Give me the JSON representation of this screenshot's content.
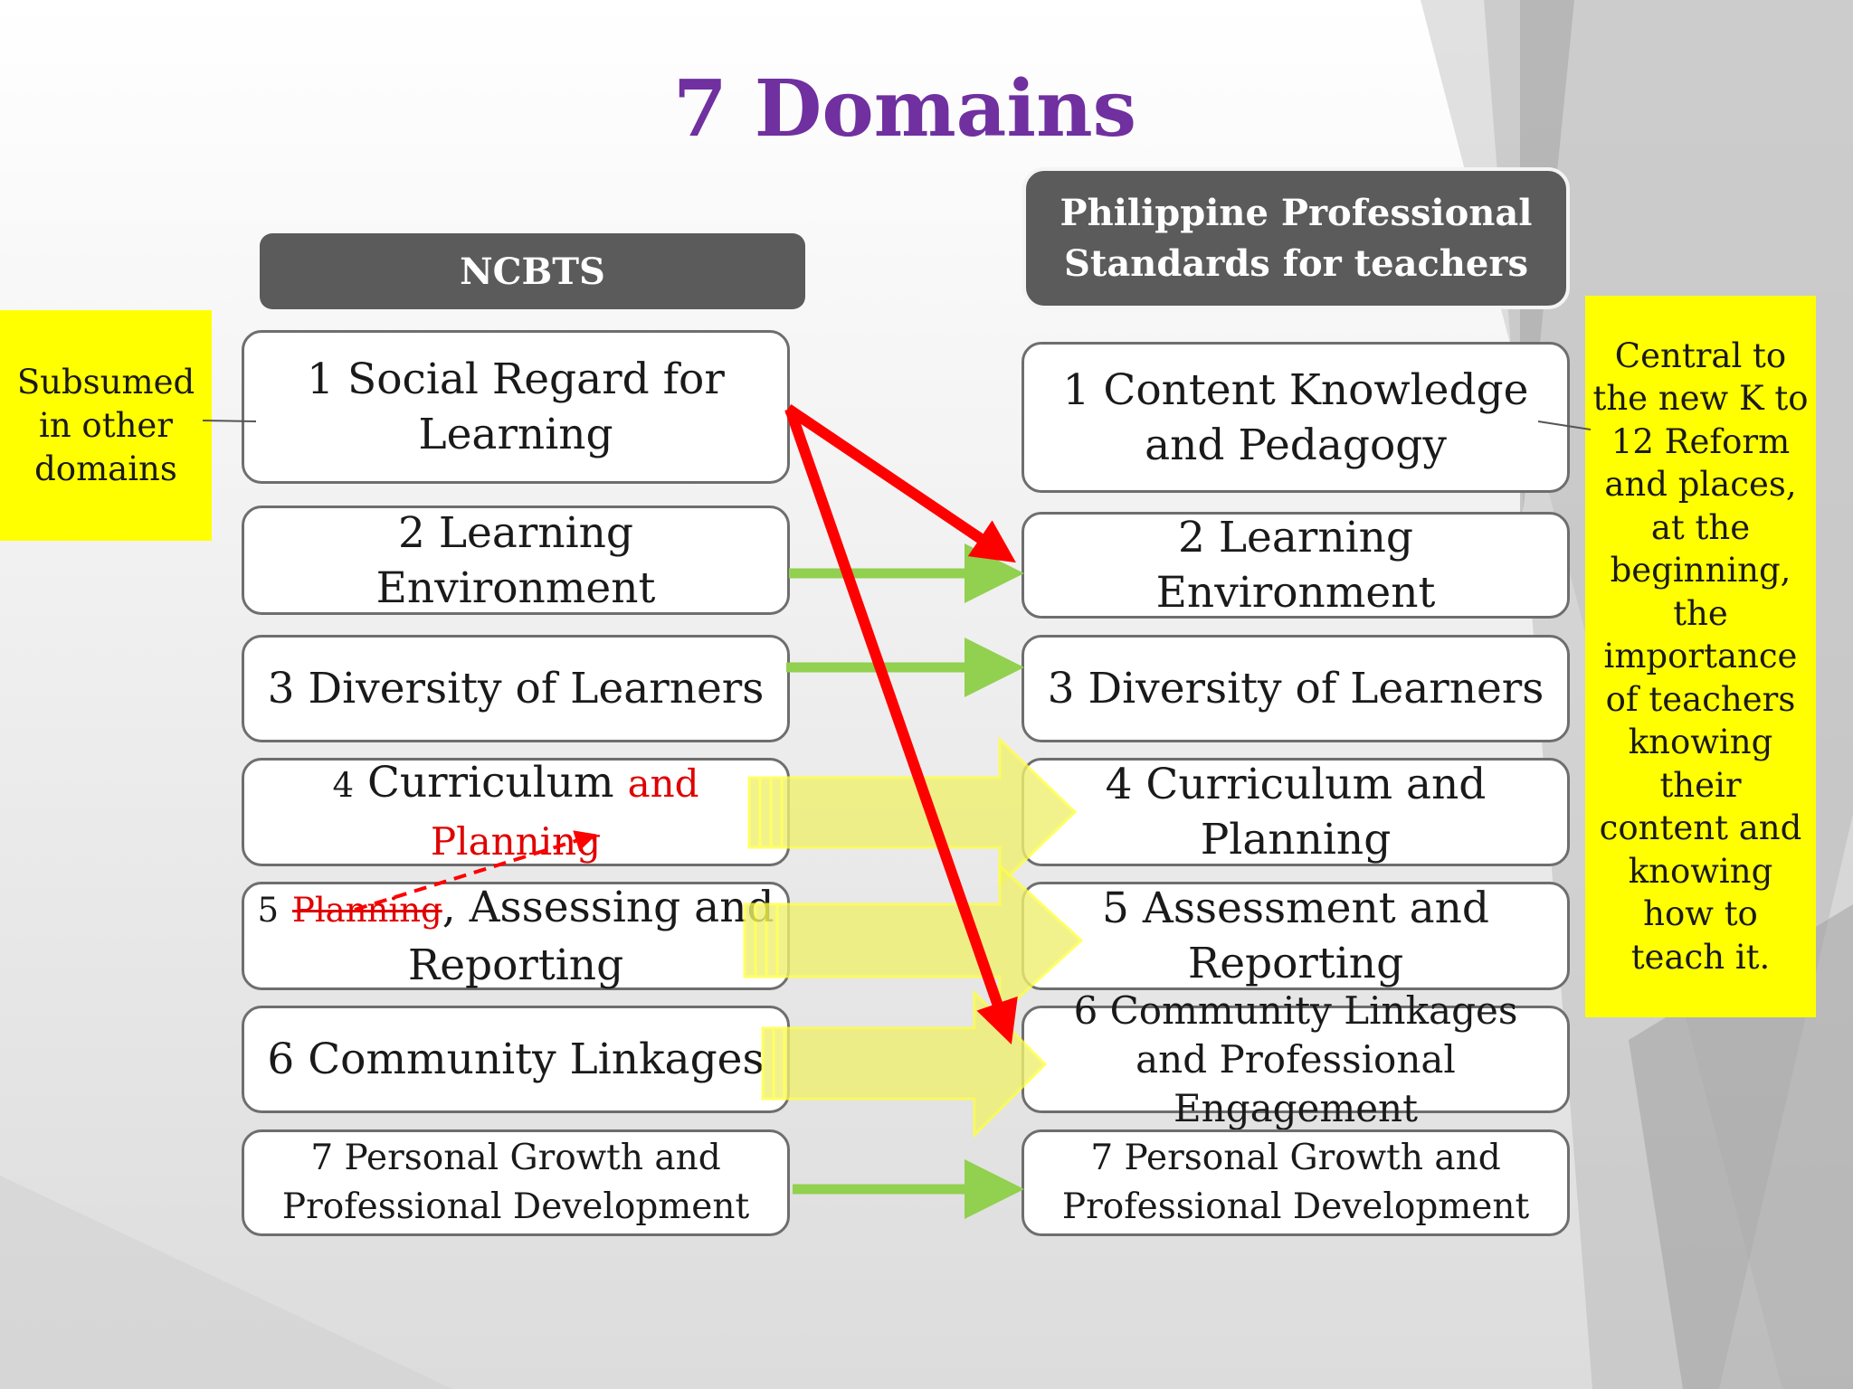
{
  "title": {
    "text": "7  Domains",
    "color": "#7030a0"
  },
  "left_header": "NCBTS",
  "right_header": "Philippine Professional Standards for teachers",
  "left_domains": [
    {
      "label": "1 Social Regard for Learning"
    },
    {
      "label": "2 Learning Environment"
    },
    {
      "label": "3 Diversity of Learners"
    },
    {
      "num": "4",
      "main": "Curriculum",
      "red": "and Planning"
    },
    {
      "num": "5",
      "struck": "Planning",
      "rest": ", Assessing and Reporting"
    },
    {
      "label": "6 Community Linkages"
    },
    {
      "label": "7 Personal Growth and Professional Development"
    }
  ],
  "right_domains": [
    {
      "label": "1 Content Knowledge and Pedagogy"
    },
    {
      "label": "2 Learning Environment"
    },
    {
      "label": "3 Diversity of Learners"
    },
    {
      "label": "4 Curriculum and Planning"
    },
    {
      "label": "5 Assessment and Reporting"
    },
    {
      "label": "6 Community Linkages and Professional Engagement"
    },
    {
      "label": "7 Personal Growth and Professional Development"
    }
  ],
  "notes": {
    "left": "Subsumed in other domains",
    "right": "Central to the new K to 12 Reform and places, at the beginning, the importance of teachers knowing their content and knowing how to teach it."
  },
  "colors": {
    "header_bg": "#5b5b5b",
    "note_bg": "#ffff00",
    "green_arrow": "#92d050",
    "red_arrow": "#ff0000",
    "yellow_arrow": "#f0f050"
  }
}
